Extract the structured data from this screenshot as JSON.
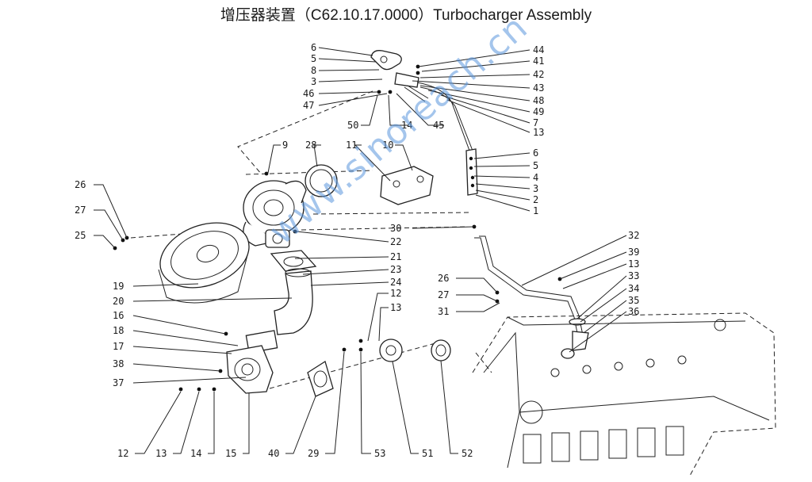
{
  "title": {
    "cn": "增压器装置",
    "code": "（C62.10.17.0000）",
    "en": "Turbocharger Assembly"
  },
  "watermark": "www.sinoreach.cn",
  "labels": {
    "l6a": "6",
    "l5a": "5",
    "l8": "8",
    "l3a": "3",
    "l46": "46",
    "l47": "47",
    "l50": "50",
    "l14a": "14",
    "l45": "45",
    "l44": "44",
    "l41": "41",
    "l42": "42",
    "l43": "43",
    "l48": "48",
    "l49": "49",
    "l7": "7",
    "l13a": "13",
    "l6b": "6",
    "l5b": "5",
    "l4": "4",
    "l3b": "3",
    "l2": "2",
    "l1": "1",
    "l9": "9",
    "l28": "28",
    "l11": "11",
    "l10": "10",
    "l26a": "26",
    "l27a": "27",
    "l25": "25",
    "l30": "30",
    "l22": "22",
    "l21": "21",
    "l23": "23",
    "l24": "24",
    "l19": "19",
    "l20": "20",
    "l12a": "12",
    "l13b": "13",
    "l16": "16",
    "l18": "18",
    "l17": "17",
    "l38": "38",
    "l37": "37",
    "l26b": "26",
    "l27b": "27",
    "l31": "31",
    "l32": "32",
    "l39": "39",
    "l13c": "13",
    "l33": "33",
    "l34": "34",
    "l35": "35",
    "l36": "36",
    "l12b": "12",
    "l13d": "13",
    "l14b": "14",
    "l15": "15",
    "l40": "40",
    "l29": "29",
    "l53": "53",
    "l51": "51",
    "l52": "52"
  }
}
